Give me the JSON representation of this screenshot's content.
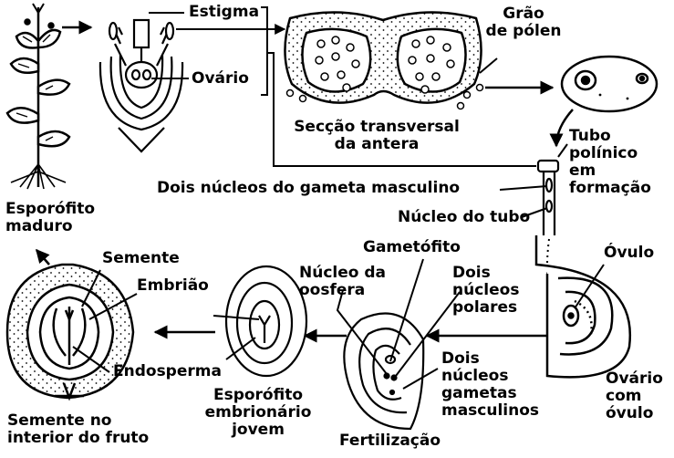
{
  "labels": {
    "estigma": "Estigma",
    "ovario": "Ovário",
    "secao_transversal_l1": "Secção transversal",
    "secao_transversal_l2": "da antera",
    "grao_polen_l1": "Grão",
    "grao_polen_l2": "de pólen",
    "tubo_polinico_l1": "Tubo",
    "tubo_polinico_l2": "polínico",
    "tubo_polinico_l3": "em",
    "tubo_polinico_l4": "formação",
    "dois_nucleos_gameta": "Dois núcleos do gameta masculino",
    "nucleo_tubo": "Núcleo do tubo",
    "esporofito_maduro_l1": "Esporófito",
    "esporofito_maduro_l2": "maduro",
    "gametofito": "Gametófito",
    "ovulo": "Óvulo",
    "semente": "Semente",
    "embriao": "Embrião",
    "nucleo_oosfera_l1": "Núcleo da",
    "nucleo_oosfera_l2": "oosfera",
    "dois_nucleos_polares_l1": "Dois",
    "dois_nucleos_polares_l2": "núcleos",
    "dois_nucleos_polares_l3": "polares",
    "endosperma": "Endosperma",
    "dois_nucleos_gametas_l1": "Dois",
    "dois_nucleos_gametas_l2": "núcleos",
    "dois_nucleos_gametas_l3": "gametas",
    "dois_nucleos_gametas_l4": "masculinos",
    "ovario_com_ovulo_l1": "Ovário",
    "ovario_com_ovulo_l2": "com",
    "ovario_com_ovulo_l3": "óvulo",
    "esporofito_embrionario_l1": "Esporófito",
    "esporofito_embrionario_l2": "embrionário",
    "esporofito_embrionario_l3": "jovem",
    "semente_fruto_l1": "Semente no",
    "semente_fruto_l2": "interior do fruto",
    "fertilizacao": "Fertilização"
  },
  "colors": {
    "ink": "#000000",
    "paper": "#ffffff"
  }
}
